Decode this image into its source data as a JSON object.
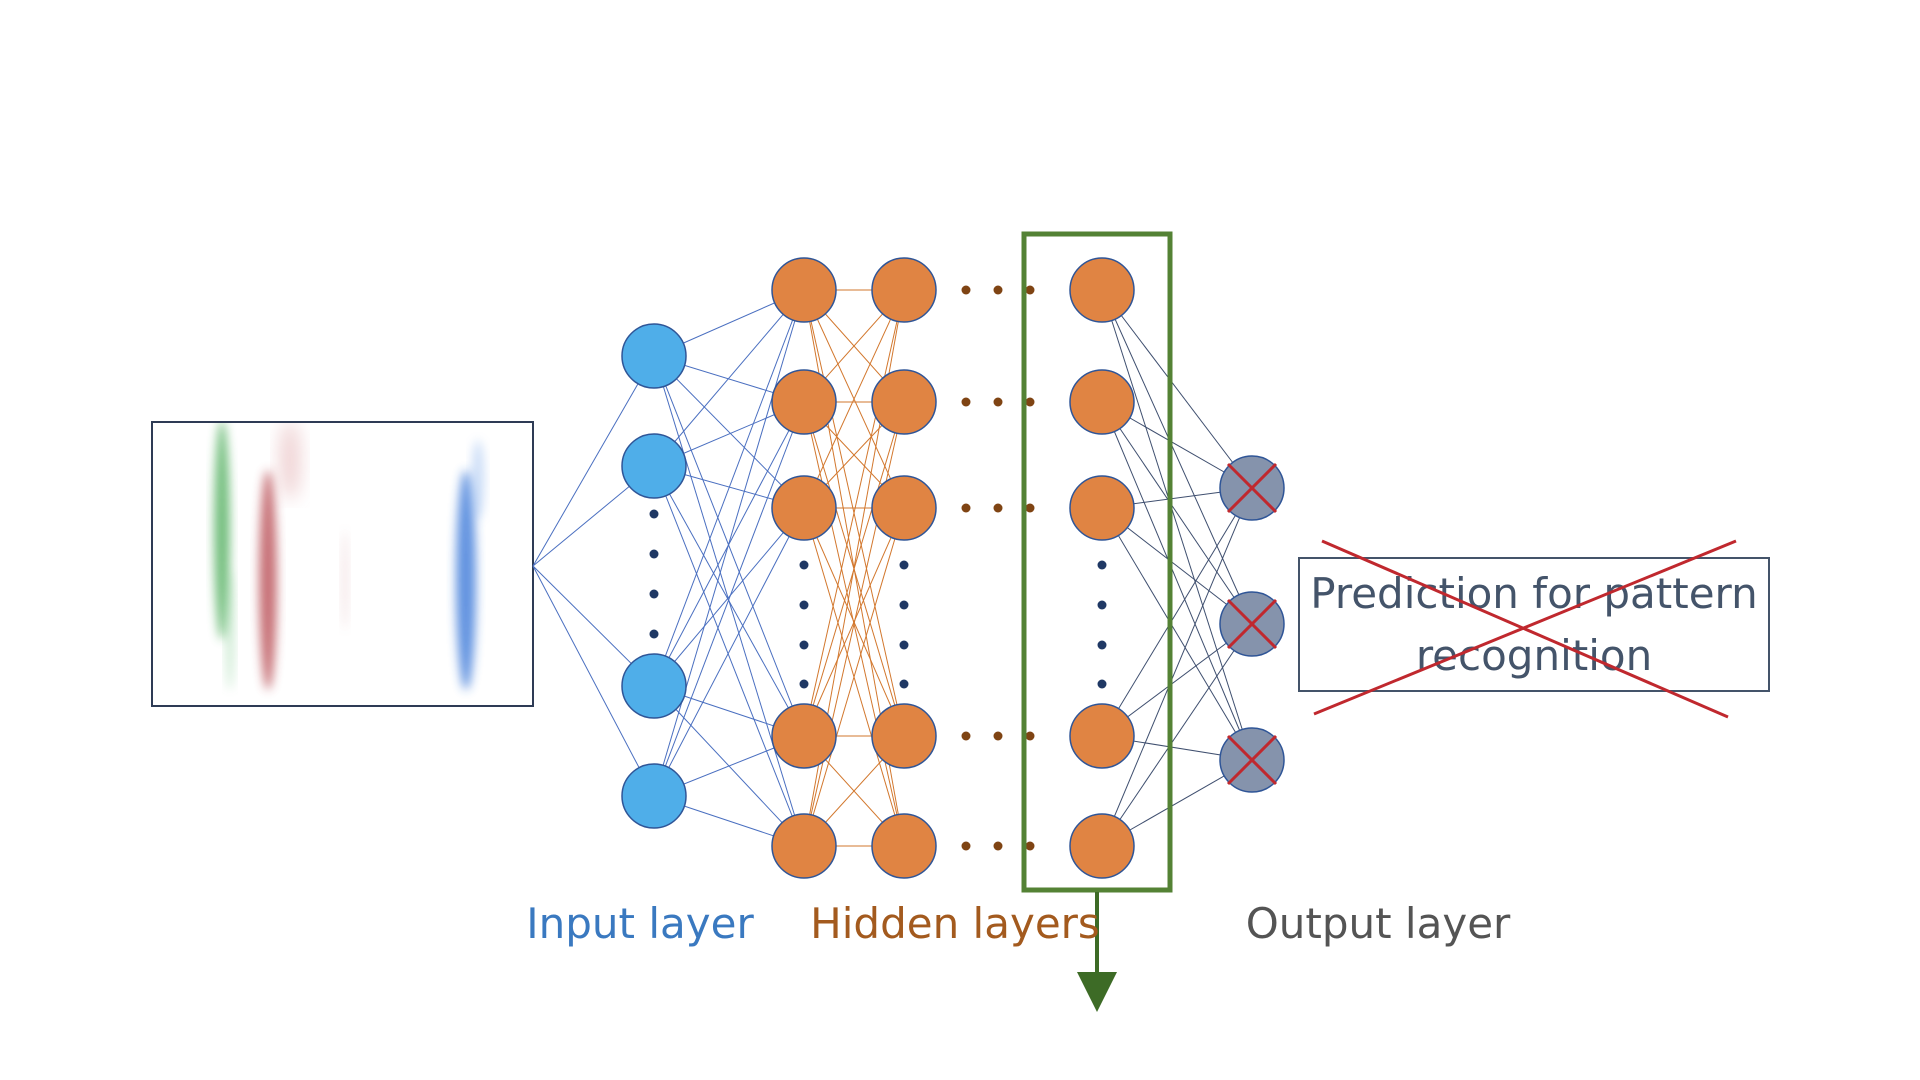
{
  "labels": {
    "input_layer": "Input layer",
    "hidden_layers": "Hidden layers",
    "output_layer": "Output layer"
  },
  "prediction_box": {
    "line1": "Prediction for pattern",
    "line2": "recognition",
    "crossed_out": true
  },
  "colors": {
    "input_node": "#4faee9",
    "input_node_stroke": "#2f5597",
    "hidden_node": "#e08443",
    "hidden_node_stroke": "#2f5597",
    "output_node": "#8593ac",
    "output_node_stroke": "#2f5597",
    "input_label": "#3a79c0",
    "hidden_label": "#a35a1e",
    "output_label": "#545454",
    "prediction_text": "#44546a",
    "cross": "#c0282e",
    "highlight_box": "#548235",
    "input_edge": "#4a6fc0",
    "hidden_edge": "#d2772d",
    "output_edge": "#3f4f6f",
    "ellipsis_blue": "#1f3864",
    "ellipsis_brown": "#7f4413"
  },
  "structure": {
    "input_nodes_shown": 4,
    "hidden_nodes_per_layer_shown": 5,
    "hidden_layers_shown": 3,
    "output_nodes": 3,
    "output_nodes_crossed_out": true,
    "last_hidden_layer_highlighted": true,
    "highlight_has_down_arrow": true
  }
}
